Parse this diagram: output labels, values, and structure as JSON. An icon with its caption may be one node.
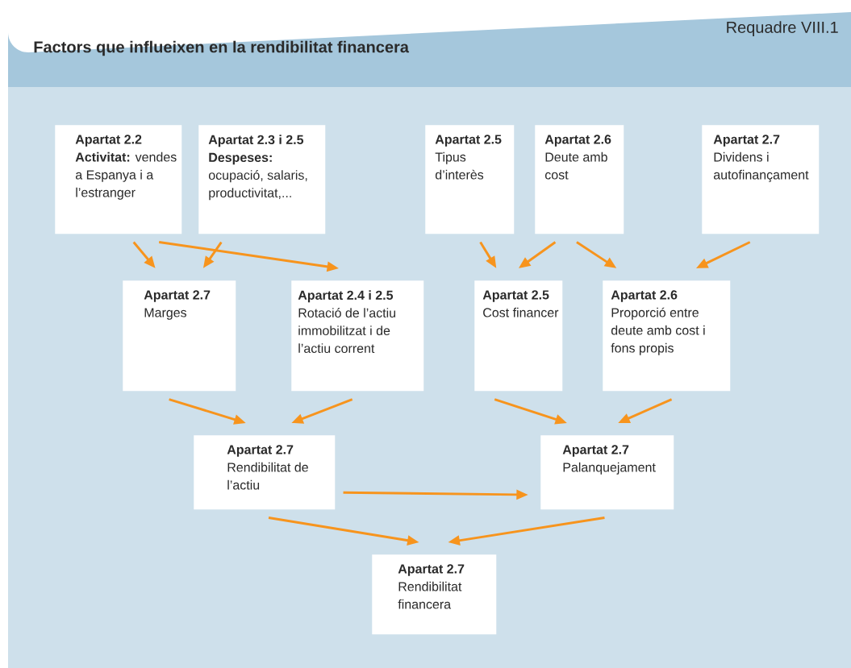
{
  "diagram": {
    "title": "Factors que influeixen en la rendibilitat financera",
    "nodes": [
      {
        "text": [
          "Apartat 2.2",
          "**Activitat:** vendes a Espanya i a l’estranger"
        ]
      },
      {
        "text": [
          "Apartat 2.3 i 2.5",
          "**Despeses:** ocupació, salaris, productivitat,..."
        ]
      },
      {
        "text": [
          "Apartat 2.5",
          "Tipus d’interès"
        ]
      },
      {
        "text": [
          "Apartat 2.6",
          "Deute amb cost"
        ]
      },
      {
        "text": [
          "Apartat 2.7",
          "Dividens i autofinançament"
        ]
      },
      {
        "text": [
          "Apartat 2.7",
          "Marges"
        ]
      },
      {
        "text": [
          "Apartat 2.4 i 2.5",
          "Rotació de l’actiu immobilitzat i de l’actiu corrent"
        ]
      },
      {
        "text": [
          "Apartat 2.5",
          "Cost financer"
        ]
      },
      {
        "text": [
          "Apartat 2.6",
          "Proporció entre deute amb cost i fons propis"
        ]
      },
      {
        "text": [
          "Apartat 2.7",
          "Rendibilitat de l’actiu"
        ]
      },
      {
        "text": [
          "Apartat 2.7",
          "Palanquejament"
        ]
      },
      {
        "text": [
          "Apartat 2.7",
          "Rendibilitat financera"
        ]
      }
    ],
    "edges": [
      {
        "from": 0,
        "to": 5,
        "arrow": "to"
      },
      {
        "from": 1,
        "to": 5,
        "arrow": "to"
      },
      {
        "from": 0,
        "to": 6,
        "arrow": "to"
      },
      {
        "from": 2,
        "to": 7,
        "arrow": "to"
      },
      {
        "from": 3,
        "to": 7,
        "arrow": "to"
      },
      {
        "from": 3,
        "to": 8,
        "arrow": "to"
      },
      {
        "from": 4,
        "to": 8,
        "arrow": "to"
      },
      {
        "from": 5,
        "to": 9,
        "arrow": "to"
      },
      {
        "from": 6,
        "to": 9,
        "arrow": "to"
      },
      {
        "from": 7,
        "to": 10,
        "arrow": "to"
      },
      {
        "from": 8,
        "to": 10,
        "arrow": "to"
      },
      {
        "from": 9,
        "to": 10,
        "arrow": "to"
      },
      {
        "from": 9,
        "to": 11,
        "arrow": "to"
      },
      {
        "from": 10,
        "to": 11,
        "arrow": "to"
      }
    ],
    "labels": [
      "Requadre VIII.1"
    ]
  }
}
